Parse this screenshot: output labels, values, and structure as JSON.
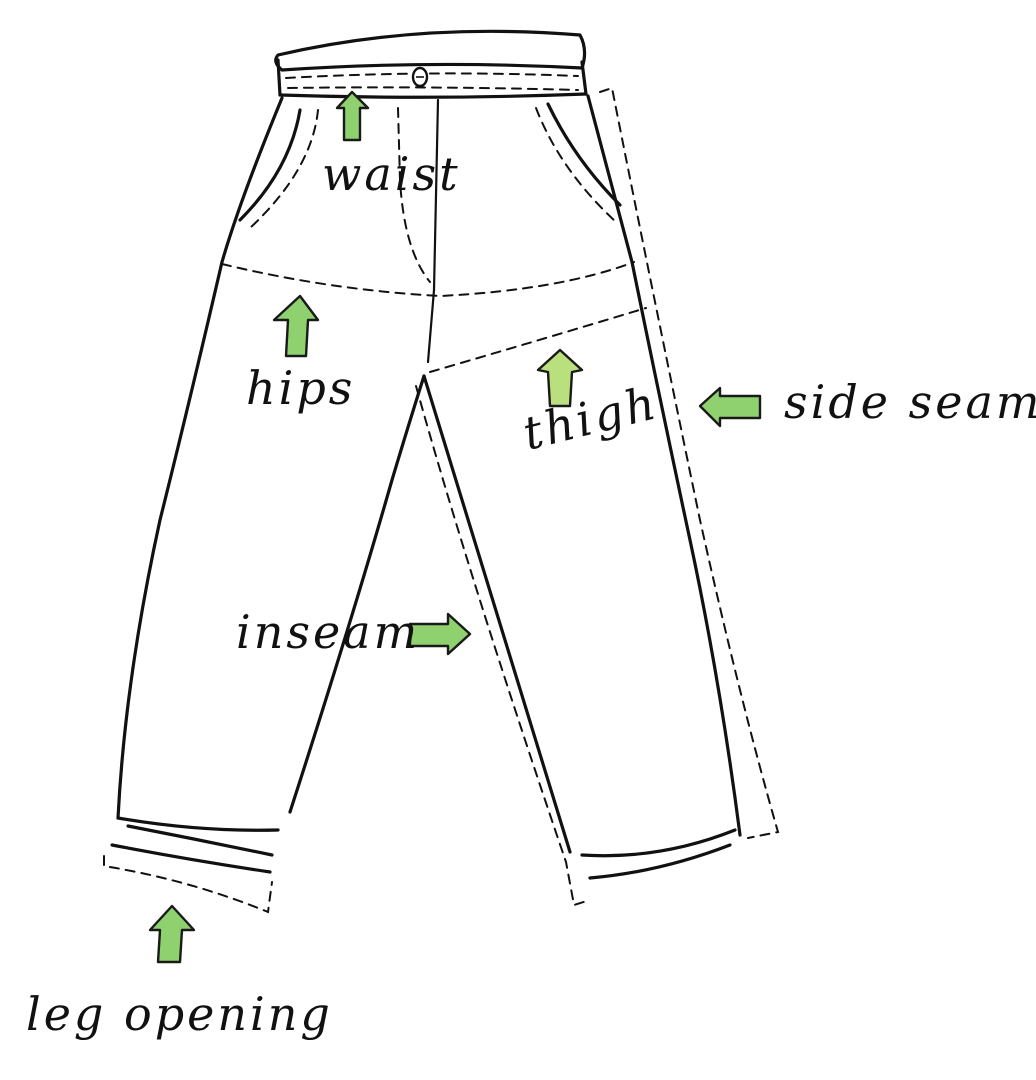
{
  "labels": {
    "waist": "waist",
    "hips": "hips",
    "thigh": "thigh",
    "side_seam": "side seam",
    "inseam": "inseam",
    "leg_opening": "leg opening"
  },
  "colors": {
    "ink": "#111111",
    "arrow_fill": "#8fd16f",
    "arrow_fill_pale": "#b9e07d",
    "paper": "#ffffff"
  },
  "icons": {
    "arrow_up": "arrow-up-icon",
    "arrow_left": "arrow-left-icon",
    "arrow_right": "arrow-right-icon"
  }
}
